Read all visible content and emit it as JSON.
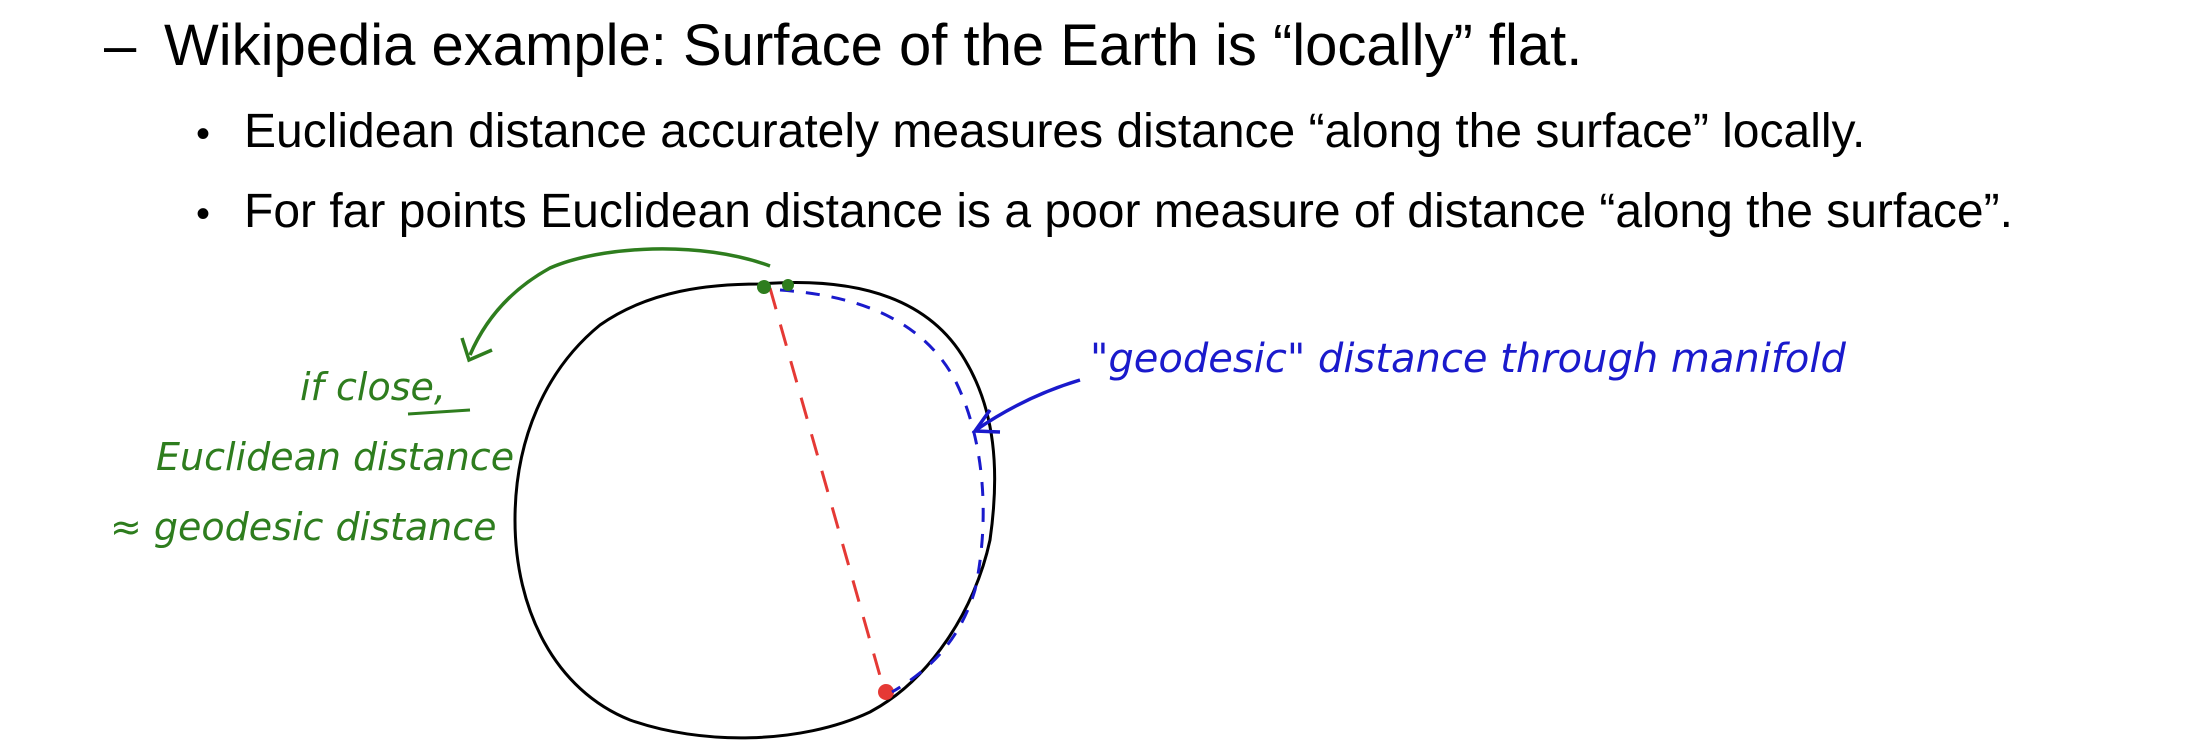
{
  "slide": {
    "heading": {
      "marker": "–",
      "text": "Wikipedia example: Surface of the Earth is “locally” flat."
    },
    "bullets": [
      {
        "marker": "•",
        "text": "Euclidean distance accurately measures distance “along the surface” locally."
      },
      {
        "marker": "•",
        "text": "For far points Euclidean distance is a poor measure of distance “along the surface”."
      }
    ]
  },
  "annotations": {
    "green_lines": [
      "if close,",
      "Euclidean distance",
      "≈ geodesic distance"
    ],
    "blue_label": "\"geodesic\" distance through manifold"
  },
  "colors": {
    "green": "#2e7d1e",
    "blue": "#1a1acc",
    "red": "#e53935",
    "black": "#000000"
  }
}
